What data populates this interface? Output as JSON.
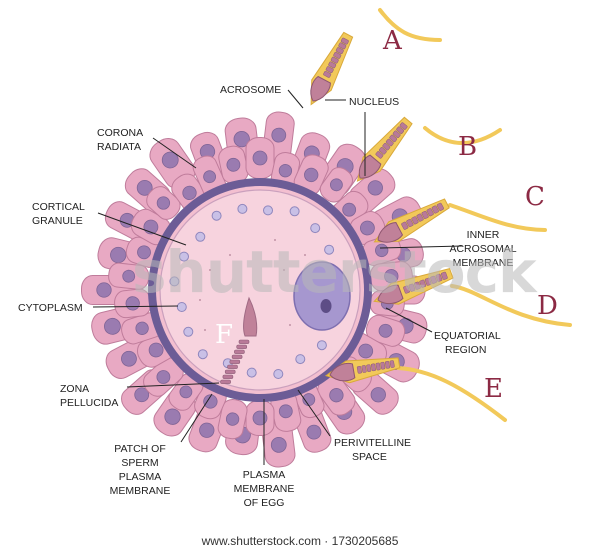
{
  "letters": {
    "a": "A",
    "b": "B",
    "c": "C",
    "d": "D",
    "e": "E",
    "f": "F"
  },
  "labels": {
    "acrosome": "ACROSOME",
    "nucleus": "NUCLEUS",
    "corona_1": "CORONA",
    "corona_2": "RADIATA",
    "cortical_1": "CORTICAL",
    "cortical_2": "GRANULE",
    "cytoplasm": "CYTOPLASM",
    "zona_1": "ZONA",
    "zona_2": "PELLUCIDA",
    "patch_1": "PATCH OF",
    "patch_2": "SPERM",
    "patch_3": "PLASMA",
    "patch_4": "MEMBRANE",
    "plasma_1": "PLASMA",
    "plasma_2": "MEMBRANE",
    "plasma_3": "OF EGG",
    "peri_1": "PERIVITELLINE",
    "peri_2": "SPACE",
    "inner_1": "INNER",
    "inner_2": "ACROSOMAL",
    "inner_3": "MEMBRANE",
    "equatorial_1": "EQUATORIAL",
    "equatorial_2": "REGION"
  },
  "watermark": "shutterstock",
  "footer": "www.shutterstock.com · 1730205685",
  "colors": {
    "corona_cell": "#e8a9c3",
    "corona_stroke": "#bf7c9b",
    "corona_nucleus": "#9a7bb0",
    "zona": "#6c5c96",
    "cytoplasm": "#f7d3de",
    "granule": "#c9c0e6",
    "egg_nucleus": "#a697cf",
    "sperm_tail": "#f2c95a",
    "sperm_head": "#c08199",
    "letter": "#8c2a44"
  }
}
